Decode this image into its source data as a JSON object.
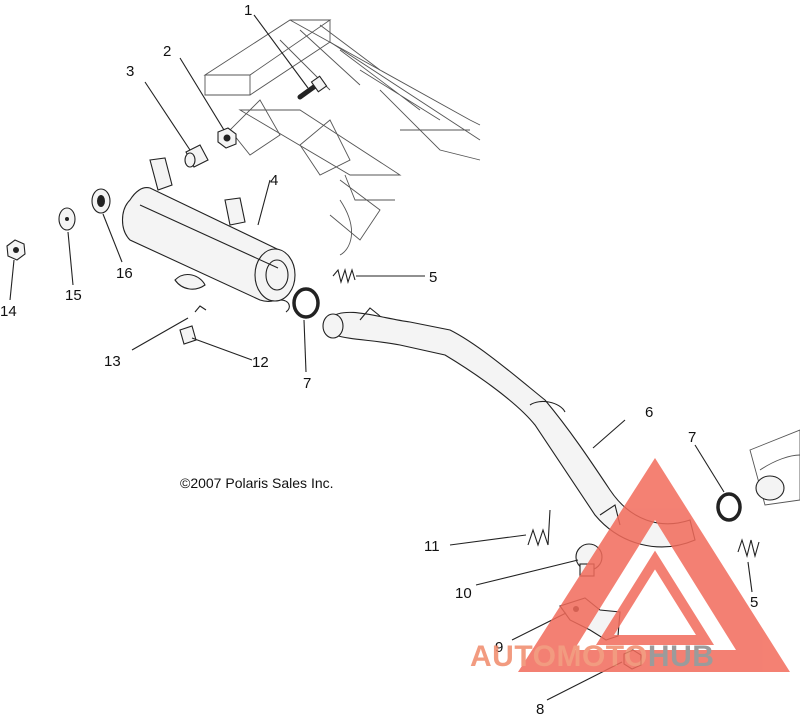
{
  "diagram": {
    "callouts": [
      {
        "id": "c1",
        "label": "1"
      },
      {
        "id": "c2",
        "label": "2"
      },
      {
        "id": "c3",
        "label": "3"
      },
      {
        "id": "c4",
        "label": "4"
      },
      {
        "id": "c5a",
        "label": "5"
      },
      {
        "id": "c5b",
        "label": "5"
      },
      {
        "id": "c6",
        "label": "6"
      },
      {
        "id": "c7a",
        "label": "7"
      },
      {
        "id": "c7b",
        "label": "7"
      },
      {
        "id": "c8",
        "label": "8"
      },
      {
        "id": "c9",
        "label": "9"
      },
      {
        "id": "c10",
        "label": "10"
      },
      {
        "id": "c11",
        "label": "11"
      },
      {
        "id": "c12",
        "label": "12"
      },
      {
        "id": "c13",
        "label": "13"
      },
      {
        "id": "c14",
        "label": "14"
      },
      {
        "id": "c15",
        "label": "15"
      },
      {
        "id": "c16",
        "label": "16"
      }
    ],
    "copyright": "©2007 Polaris Sales Inc."
  },
  "watermark": {
    "word_part1": "AUTOMOTO",
    "word_part2": "HUB",
    "color_primary": "#f08a6a",
    "color_secondary": "#8a8a8a",
    "triangle_color": "#f26b5b"
  }
}
